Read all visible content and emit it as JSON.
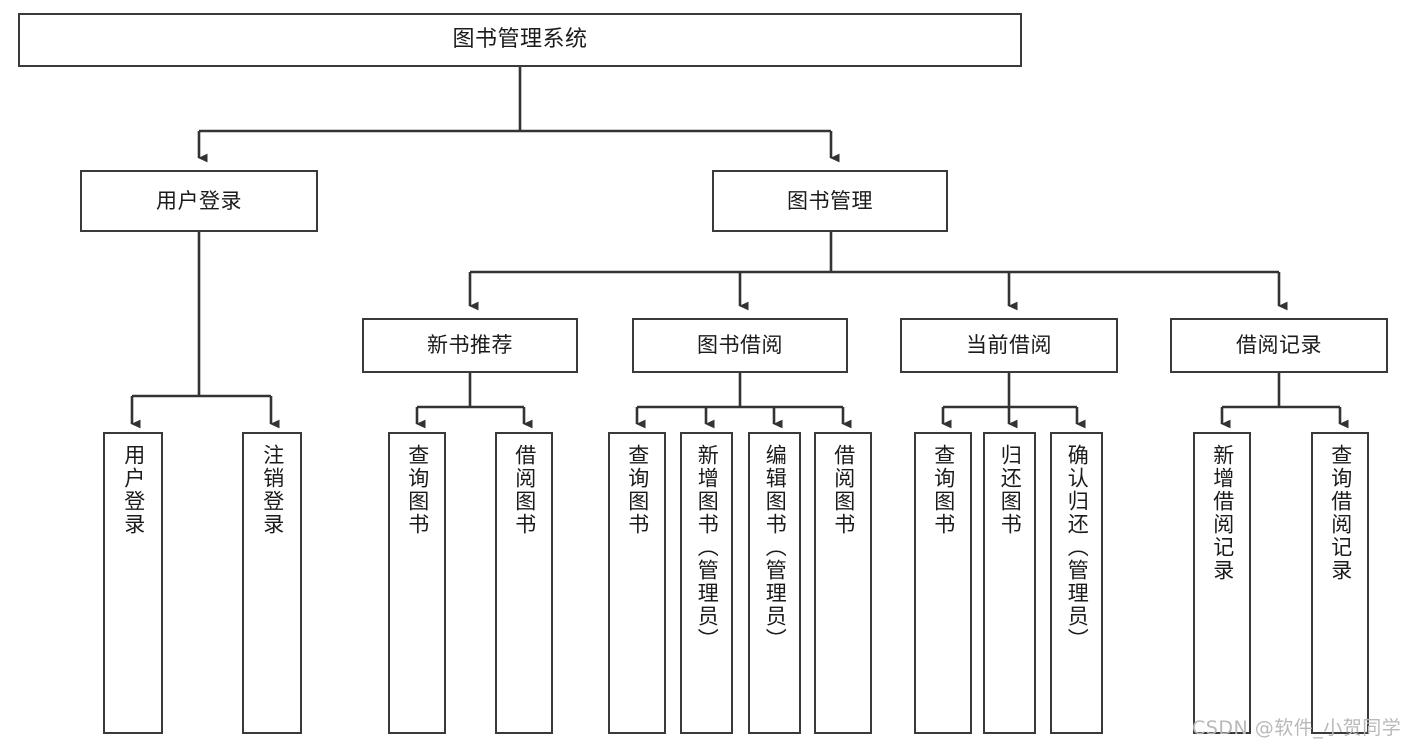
{
  "diagram": {
    "title": "图书管理系统",
    "type": "tree-hierarchy-chart",
    "background": "#ffffff",
    "stroke_color": "#3a3a3a",
    "text_color": "#1b1b1b"
  },
  "nodes": {
    "root": {
      "label": "图书管理系统"
    },
    "level2": [
      {
        "label": "用户登录"
      },
      {
        "label": "图书管理"
      }
    ],
    "level3": [
      {
        "label": "新书推荐"
      },
      {
        "label": "图书借阅"
      },
      {
        "label": "当前借阅"
      },
      {
        "label": "借阅记录"
      }
    ],
    "leaves_user_login": [
      {
        "label": "用户登录"
      },
      {
        "label": "注销登录"
      }
    ],
    "leaves_new_book": [
      {
        "label": "查询图书"
      },
      {
        "label": "借阅图书"
      }
    ],
    "leaves_borrow": [
      {
        "label": "查询图书"
      },
      {
        "label": "新增图书（管理员）"
      },
      {
        "label": "编辑图书（管理员）"
      },
      {
        "label": "借阅图书"
      }
    ],
    "leaves_current": [
      {
        "label": "查询图书"
      },
      {
        "label": "归还图书"
      },
      {
        "label": "确认归还（管理员）"
      }
    ],
    "leaves_records": [
      {
        "label": "新增借阅记录"
      },
      {
        "label": "查询借阅记录"
      }
    ]
  },
  "watermark": {
    "text": "CSDN @软件_小贺同学"
  }
}
